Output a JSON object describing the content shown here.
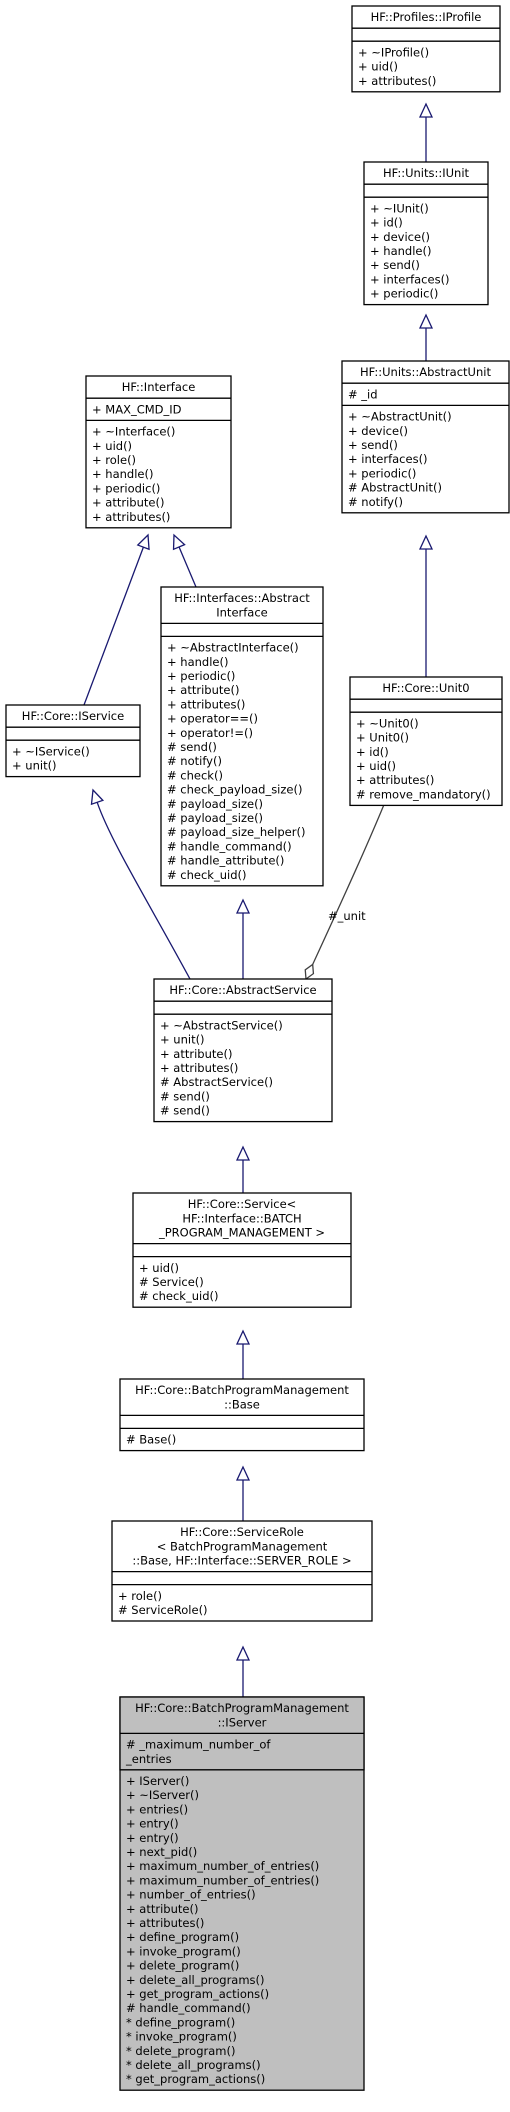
{
  "classes": [
    {
      "id": "iprofile",
      "name_lines": [
        "HF::Profiles::IProfile"
      ],
      "attributes": [],
      "methods": [
        "+ ~IProfile()",
        "+ uid()",
        "+ attributes()"
      ]
    },
    {
      "id": "iunit",
      "name_lines": [
        "HF::Units::IUnit"
      ],
      "attributes": [],
      "methods": [
        "+ ~IUnit()",
        "+ id()",
        "+ device()",
        "+ handle()",
        "+ send()",
        "+ interfaces()",
        "+ periodic()"
      ]
    },
    {
      "id": "abstractunit",
      "name_lines": [
        "HF::Units::AbstractUnit"
      ],
      "attributes": [
        "# _id"
      ],
      "methods": [
        "+ ~AbstractUnit()",
        "+ device()",
        "+ send()",
        "+ interfaces()",
        "+ periodic()",
        "# AbstractUnit()",
        "# notify()"
      ]
    },
    {
      "id": "interface",
      "name_lines": [
        "HF::Interface"
      ],
      "attributes": [
        "+ MAX_CMD_ID"
      ],
      "methods": [
        "+ ~Interface()",
        "+ uid()",
        "+ role()",
        "+ handle()",
        "+ periodic()",
        "+ attribute()",
        "+ attributes()"
      ]
    },
    {
      "id": "absinterface",
      "name_lines": [
        "HF::Interfaces::Abstract",
        "Interface"
      ],
      "attributes": [],
      "methods": [
        "+ ~AbstractInterface()",
        "+ handle()",
        "+ periodic()",
        "+ attribute()",
        "+ attributes()",
        "+ operator==()",
        "+ operator!=()",
        "# send()",
        "# notify()",
        "# check()",
        "# check_payload_size()",
        "# payload_size()",
        "# payload_size()",
        "# payload_size_helper()",
        "# handle_command()",
        "# handle_attribute()",
        "# check_uid()"
      ]
    },
    {
      "id": "iservice",
      "name_lines": [
        "HF::Core::IService"
      ],
      "attributes": [],
      "methods": [
        "+ ~IService()",
        "+ unit()"
      ]
    },
    {
      "id": "unit0",
      "name_lines": [
        "HF::Core::Unit0"
      ],
      "attributes": [],
      "methods": [
        "+ ~Unit0()",
        "+ Unit0()",
        "+ id()",
        "+ uid()",
        "+ attributes()",
        "# remove_mandatory()"
      ]
    },
    {
      "id": "absservice",
      "name_lines": [
        "HF::Core::AbstractService"
      ],
      "attributes": [],
      "methods": [
        "+ ~AbstractService()",
        "+ unit()",
        "+ attribute()",
        "+ attributes()",
        "# AbstractService()",
        "# send()",
        "# send()"
      ]
    },
    {
      "id": "service",
      "name_lines": [
        "HF::Core::Service<",
        " HF::Interface::BATCH",
        "_PROGRAM_MANAGEMENT >"
      ],
      "attributes": [],
      "methods": [
        "+ uid()",
        "# Service()",
        "# check_uid()"
      ]
    },
    {
      "id": "bpmbase",
      "name_lines": [
        "HF::Core::BatchProgramManagement",
        "::Base"
      ],
      "attributes": [],
      "methods": [
        "# Base()"
      ]
    },
    {
      "id": "servicerole",
      "name_lines": [
        "HF::Core::ServiceRole",
        "< BatchProgramManagement",
        "::Base, HF::Interface::SERVER_ROLE >"
      ],
      "attributes": [],
      "methods": [
        "+ role()",
        "# ServiceRole()"
      ]
    },
    {
      "id": "iserver",
      "name_lines": [
        "HF::Core::BatchProgramManagement",
        "::IServer"
      ],
      "attributes": [
        "# _maximum_number_of",
        "_entries"
      ],
      "methods": [
        "+ IServer()",
        "+ ~IServer()",
        "+ entries()",
        "+ entry()",
        "+ entry()",
        "+ next_pid()",
        "+ maximum_number_of_entries()",
        "+ maximum_number_of_entries()",
        "+ number_of_entries()",
        "+ attribute()",
        "+ attributes()",
        "+ define_program()",
        "+ invoke_program()",
        "+ delete_program()",
        "+ delete_all_programs()",
        "+ get_program_actions()",
        "# handle_command()",
        "* define_program()",
        "* invoke_program()",
        "* delete_program()",
        "* delete_all_programs()",
        "* get_program_actions()"
      ]
    }
  ],
  "edges": [
    {
      "from": "iunit",
      "to": "iprofile",
      "kind": "inheritance"
    },
    {
      "from": "abstractunit",
      "to": "iunit",
      "kind": "inheritance"
    },
    {
      "from": "unit0",
      "to": "abstractunit",
      "kind": "inheritance"
    },
    {
      "from": "iservice",
      "to": "interface",
      "kind": "inheritance"
    },
    {
      "from": "absinterface",
      "to": "interface",
      "kind": "inheritance"
    },
    {
      "from": "absservice",
      "to": "iservice",
      "kind": "inheritance"
    },
    {
      "from": "absservice",
      "to": "absinterface",
      "kind": "inheritance"
    },
    {
      "from": "absservice",
      "to": "unit0",
      "kind": "usage",
      "label": "#_unit"
    },
    {
      "from": "service",
      "to": "absservice",
      "kind": "inheritance"
    },
    {
      "from": "bpmbase",
      "to": "service",
      "kind": "inheritance"
    },
    {
      "from": "servicerole",
      "to": "bpmbase",
      "kind": "inheritance"
    },
    {
      "from": "iserver",
      "to": "servicerole",
      "kind": "inheritance"
    }
  ],
  "highlighted_class": "iserver"
}
